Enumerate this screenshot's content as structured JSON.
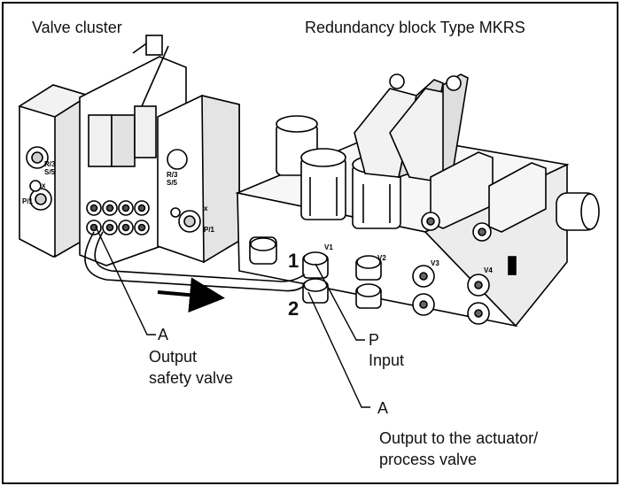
{
  "header": {
    "left_title": "Valve cluster",
    "right_title": "Redundancy block Type MKRS"
  },
  "port_numbers": [
    "1",
    "2"
  ],
  "small_marks": {
    "r3": "R/3",
    "s5": "S/5",
    "p1": "P/1",
    "x": "x",
    "v1": "V1",
    "v2": "V2",
    "v3": "V3",
    "v4": "V4"
  },
  "callouts": {
    "safety": {
      "letter": "A",
      "line1": "Output",
      "line2": "safety valve"
    },
    "input": {
      "letter": "P",
      "line1": "Input"
    },
    "actuator": {
      "letter": "A",
      "line1": "Output to the actuator/",
      "line2": "process valve"
    }
  },
  "colors": {
    "line": "#000000",
    "background": "#ffffff",
    "metal": "#e9e9e9",
    "shadow": "#bdbdbd"
  }
}
